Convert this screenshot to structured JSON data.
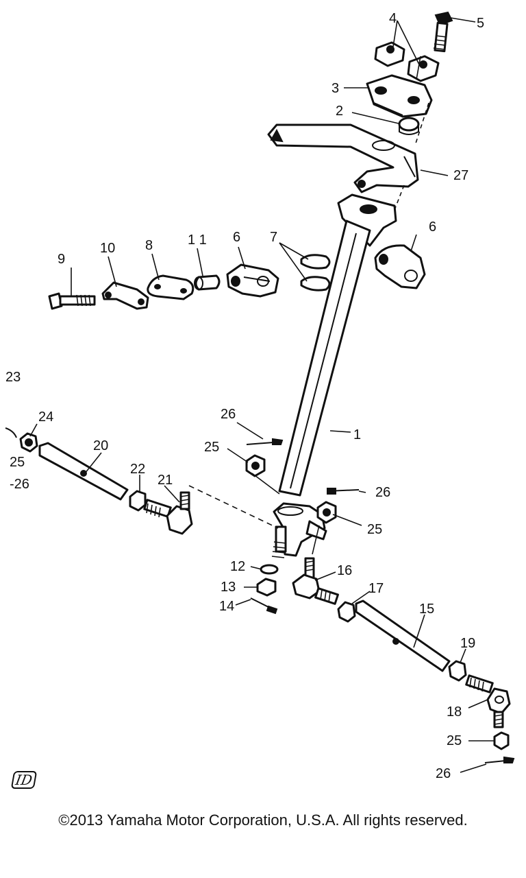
{
  "callouts": {
    "c1": "1",
    "c2": "2",
    "c3": "3",
    "c4": "4",
    "c5": "5",
    "c6a": "6",
    "c6b": "6",
    "c7": "7",
    "c8": "8",
    "c9": "9",
    "c10": "10",
    "c11": "1 1",
    "c12": "12",
    "c13": "13",
    "c14": "14",
    "c15": "15",
    "c16": "16",
    "c17": "17",
    "c18": "18",
    "c19": "19",
    "c20": "20",
    "c21": "21",
    "c22": "22",
    "c23": "23",
    "c24": "24",
    "c25a": "25",
    "c25b": "25",
    "c25c": "25",
    "c25d": "25",
    "c26a": "26",
    "c26b": "-26",
    "c26c": "26",
    "c26d": "26",
    "c27": "27"
  },
  "logo_mark": "ID",
  "copyright": "©2013 Yamaha Motor Corporation, U.S.A. All rights reserved."
}
